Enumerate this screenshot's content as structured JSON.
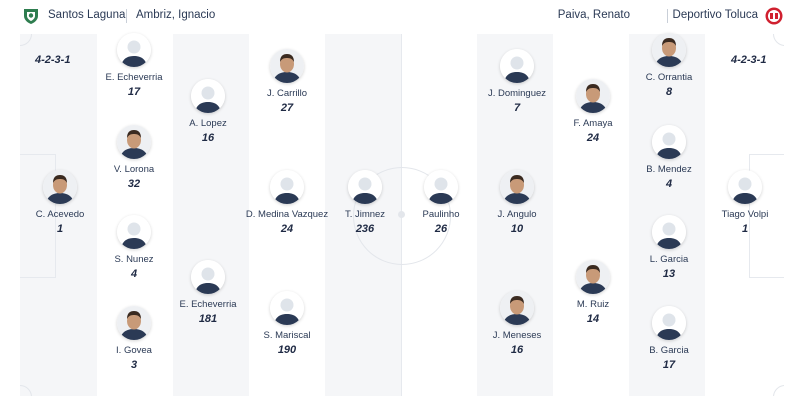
{
  "header": {
    "home_team": "Santos Laguna",
    "home_coach": "Ambriz, Ignacio",
    "away_coach": "Paiva, Renato",
    "away_team": "Deportivo Toluca",
    "home_crest_icon": "santos-laguna-crest-icon",
    "away_crest_icon": "toluca-crest-icon"
  },
  "home": {
    "formation": "4-2-3-1",
    "players": [
      {
        "name": "C. Acevedo",
        "number": "1",
        "photo": true
      },
      {
        "name": "E. Echeverria",
        "number": "17",
        "photo": false
      },
      {
        "name": "V. Lorona",
        "number": "32",
        "photo": true
      },
      {
        "name": "S. Nunez",
        "number": "4",
        "photo": false
      },
      {
        "name": "I. Govea",
        "number": "3",
        "photo": true
      },
      {
        "name": "A. Lopez",
        "number": "16",
        "photo": false
      },
      {
        "name": "E. Echeverria",
        "number": "181",
        "photo": false
      },
      {
        "name": "J. Carrillo",
        "number": "27",
        "photo": true
      },
      {
        "name": "D. Medina Vazquez",
        "number": "24",
        "photo": false
      },
      {
        "name": "S. Mariscal",
        "number": "190",
        "photo": false
      },
      {
        "name": "T. Jimnez",
        "number": "236",
        "photo": false
      }
    ]
  },
  "away": {
    "formation": "4-2-3-1",
    "players": [
      {
        "name": "Paulinho",
        "number": "26",
        "photo": false
      },
      {
        "name": "J. Dominguez",
        "number": "7",
        "photo": false
      },
      {
        "name": "J. Angulo",
        "number": "10",
        "photo": true
      },
      {
        "name": "J. Meneses",
        "number": "16",
        "photo": true
      },
      {
        "name": "F. Amaya",
        "number": "24",
        "photo": true
      },
      {
        "name": "M. Ruiz",
        "number": "14",
        "photo": true
      },
      {
        "name": "C. Orrantia",
        "number": "8",
        "photo": true
      },
      {
        "name": "B. Mendez",
        "number": "4",
        "photo": false
      },
      {
        "name": "L. Garcia",
        "number": "13",
        "photo": false
      },
      {
        "name": "B. Garcia",
        "number": "17",
        "photo": false
      },
      {
        "name": "Tiago Volpi",
        "number": "1",
        "photo": false
      }
    ]
  },
  "colors": {
    "pitch_dark": "#f5f6f8",
    "pitch_light": "#ffffff",
    "text": "#1f2a44",
    "santos_green": "#2e7d4f",
    "toluca_red": "#d0202f"
  }
}
